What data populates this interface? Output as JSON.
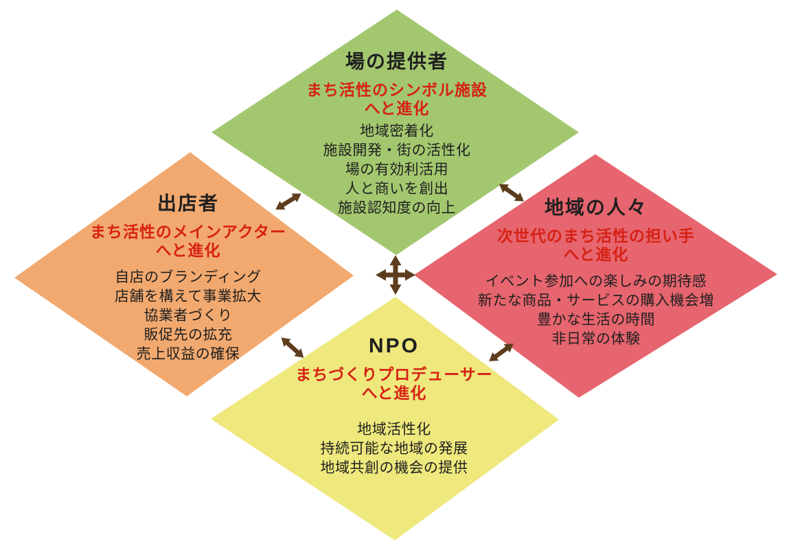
{
  "colors": {
    "place_provider": "#a3c76f",
    "vendor": "#f2a96f",
    "local_people": "#e6656e",
    "npo": "#eee87d",
    "arrow": "#5d3d1d",
    "accent_text": "#d62115",
    "body_text": "#1f1f1f"
  },
  "diamonds": {
    "place_provider": {
      "title": "場の提供者",
      "subtitle": "まち活性のシンボル施設\nへと進化",
      "items": [
        "地域密着化",
        "施設開発・街の活性化",
        "場の有効利活用",
        "人と商いを創出",
        "施設認知度の向上"
      ]
    },
    "vendor": {
      "title": "出店者",
      "subtitle": "まち活性のメインアクター\nへと進化",
      "items": [
        "自店のブランディング",
        "店舗を構えて事業拡大",
        "協業者づくり",
        "販促先の拡充",
        "売上収益の確保"
      ]
    },
    "local_people": {
      "title": "地域の人々",
      "subtitle": "次世代のまち活性の担い手\nへと進化",
      "items": [
        "イベント参加への楽しみの期待感",
        "新たな商品・サービスの購入機会増",
        "豊かな生活の時間",
        "非日常の体験"
      ]
    },
    "npo": {
      "title": "NPO",
      "subtitle": "まちづくりプロデューサー\nへと進化",
      "items": [
        "地域活性化",
        "持続可能な地域の発展",
        "地域共創の機会の提供"
      ]
    }
  }
}
